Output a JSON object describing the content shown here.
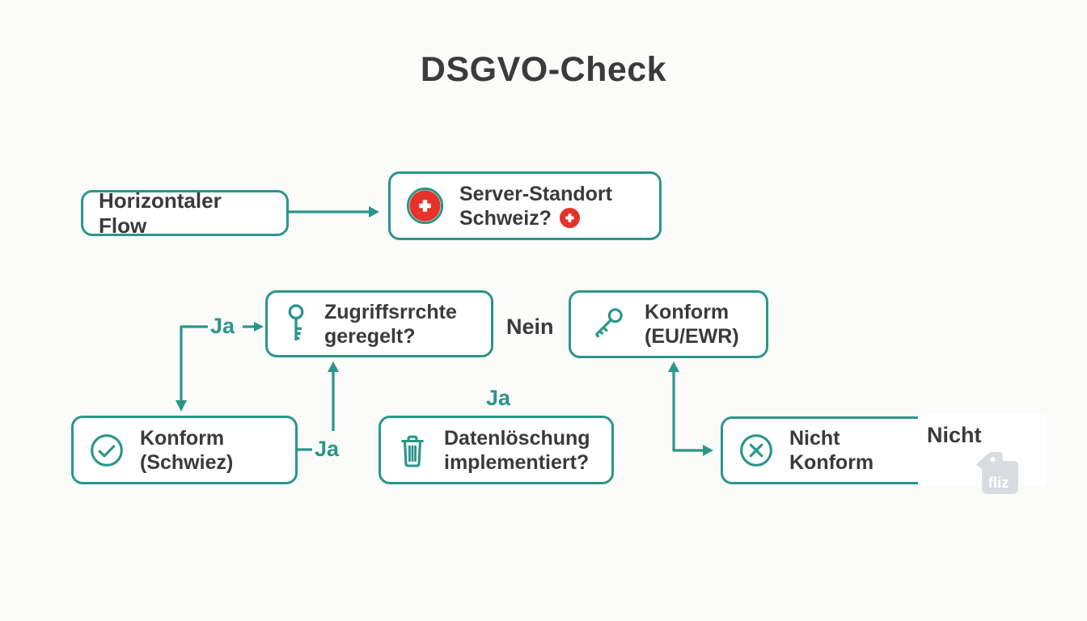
{
  "title": "DSGVO-Check",
  "colors": {
    "teal": "#2a9689",
    "red": "#e5332a",
    "text_dark": "#3a3a3c",
    "watermark_gray": "#d9dcdf"
  },
  "nodes": {
    "horizontal_flow": {
      "label": "Horizontaler Flow"
    },
    "server_standort": {
      "line1": "Server-Standort",
      "line2": "Schweiz?",
      "icon": "swiss-flag-icon"
    },
    "zugriffsrechte": {
      "line1": "Zugriffsrrchte",
      "line2": "geregelt?",
      "icon": "key-icon"
    },
    "konform_eu": {
      "line1": "Konform",
      "line2": "(EU/EWR)",
      "icon": "key-diagonal-icon"
    },
    "konform_schweiz": {
      "line1": "Konform",
      "line2": "(Schwiez)",
      "icon": "check-circle-icon"
    },
    "datenloeschung": {
      "line1": "Datenlöschung",
      "line2": "implementiert?",
      "icon": "trash-icon"
    },
    "nicht_konform": {
      "line1": "Nicht",
      "line2": "Konform",
      "icon": "x-circle-icon"
    }
  },
  "edge_labels": {
    "ja_to_zugriffsrechte": "Ja",
    "ja_from_konform_schweiz": "Ja",
    "ja_above_datenloeschung": "Ja",
    "nein": "Nein",
    "nicht": "Nicht"
  },
  "watermark": {
    "text": "fliz"
  }
}
